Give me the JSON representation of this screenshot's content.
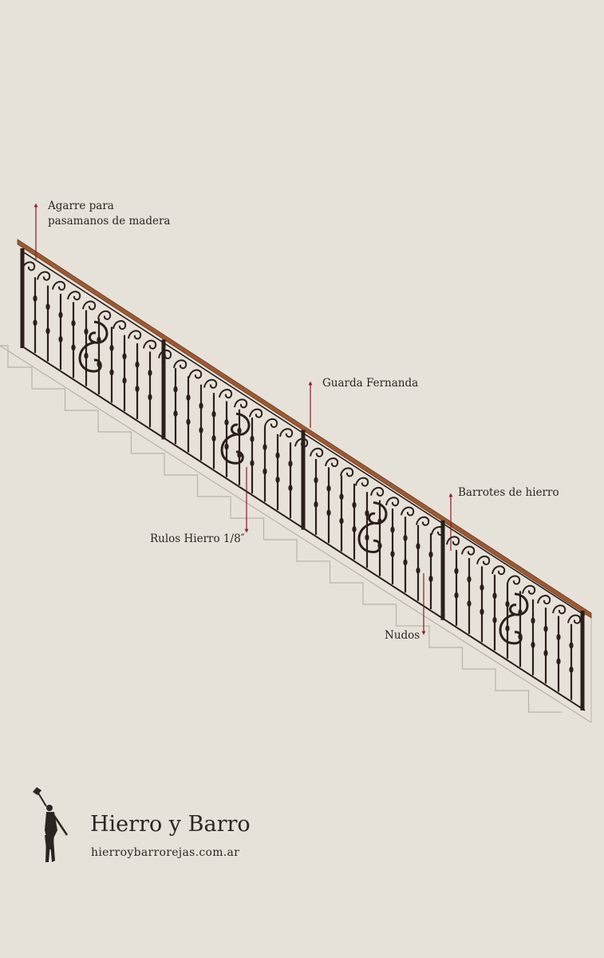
{
  "labels": {
    "handrail_line1": "Agarre para",
    "handrail_line2": "pasamanos de madera",
    "guarda": "Guarda Fernanda",
    "barrotes": "Barrotes de hierro",
    "rulos": "Rulos Hierro 1/8″",
    "nudos": "Nudos"
  },
  "brand": {
    "name": "Hierro y Barro",
    "url": "hierroybarrorejas.com.ar",
    "logo_icon": "blacksmith-figure-icon"
  },
  "colors": {
    "background": "#e7e2d9",
    "handrail_wood": "#9c5a34",
    "iron": "#2a1f1b",
    "arrow": "#8a1c22",
    "stair_line": "#b9b2a6"
  }
}
